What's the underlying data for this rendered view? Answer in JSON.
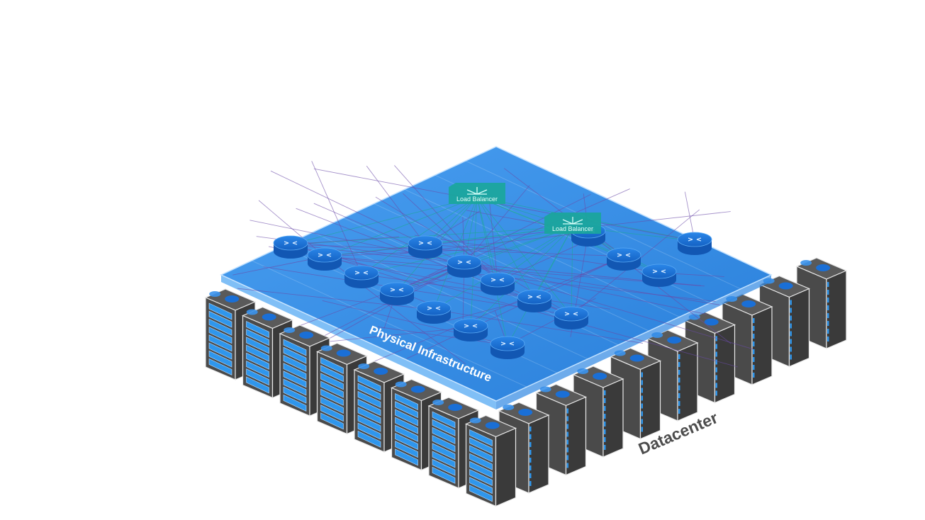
{
  "diagram": {
    "layer_label": "Physical Infrastructure",
    "datacenter_label": "Datacenter",
    "load_balancers": [
      {
        "label": "Load Balancer"
      },
      {
        "label": "Load Balancer"
      }
    ],
    "colors": {
      "plane": "#1e7fe0",
      "router": "#1a6fd6",
      "router_top": "#3a92ec",
      "load_balancer": "#1aa69b",
      "rack_front": "#4a4a4a",
      "rack_side": "#3a3a3a",
      "rack_bay": "#2f96ec",
      "link_purple": "#6a4aa8",
      "link_teal": "#20a5a0",
      "datacenter_text": "#4d4d4d"
    },
    "icons": {
      "router": "router-icon",
      "load_balancer": "load-balancer-icon",
      "server_rack": "server-rack-icon"
    }
  }
}
